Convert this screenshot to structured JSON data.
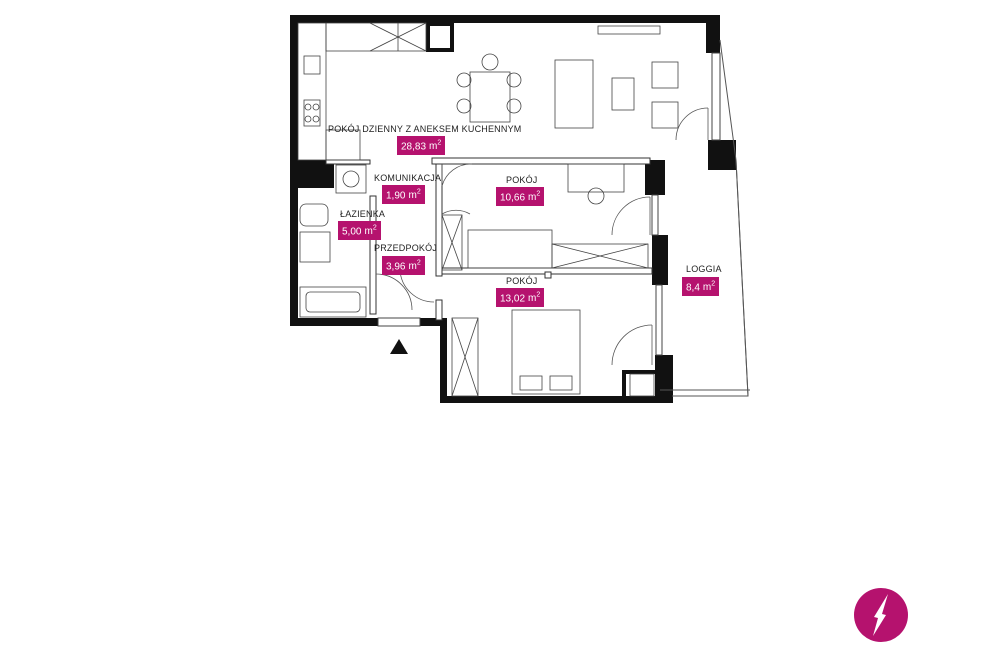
{
  "rooms": {
    "living": {
      "name": "POKÓJ DZIENNY Z ANEKSEM KUCHENNYM",
      "area": "28,83"
    },
    "corridor": {
      "name": "KOMUNIKACJA",
      "area": "1,90"
    },
    "room_small": {
      "name": "POKÓJ",
      "area": "10,66"
    },
    "bathroom": {
      "name": "ŁAZIENKA",
      "area": "5,00"
    },
    "hall": {
      "name": "PRZEDPOKÓJ",
      "area": "3,96"
    },
    "room_large": {
      "name": "POKÓJ",
      "area": "13,02"
    },
    "loggia": {
      "name": "LOGGIA",
      "area": "8,4"
    }
  },
  "unit": {
    "base": "m",
    "exp": "2"
  },
  "colors": {
    "accent": "#b5126e",
    "walls": "#111111",
    "lines": "#444444"
  },
  "icons": {
    "entrance": "entrance-arrow-icon",
    "compass": "compass-north-icon"
  }
}
